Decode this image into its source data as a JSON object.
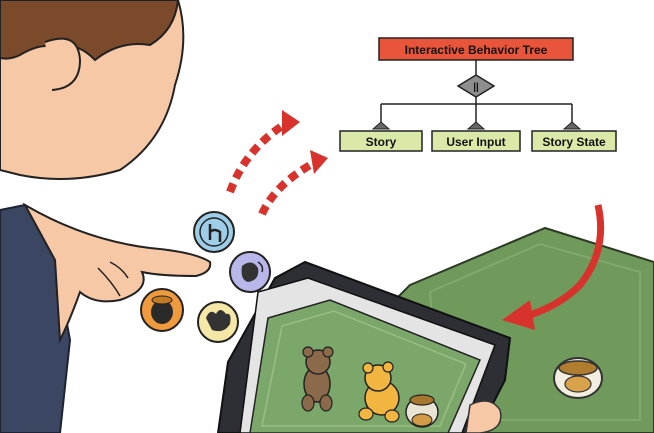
{
  "tree": {
    "root_label": "Interactive Behavior Tree",
    "parallel_symbol": "||",
    "children": [
      "Story",
      "User Input",
      "Story State"
    ]
  },
  "interaction_icons": [
    "touch-icon",
    "voice-icon",
    "grab-icon",
    "honey-pot-icon"
  ],
  "colors": {
    "root_fill": "#e8553b",
    "child_fill": "#dbe9a8",
    "arrow_red": "#d8322c",
    "table_green": "#6f9a5c",
    "screen_green": "#7ba86a",
    "skin": "#f6c8a6",
    "sleeve": "#3b4663"
  }
}
